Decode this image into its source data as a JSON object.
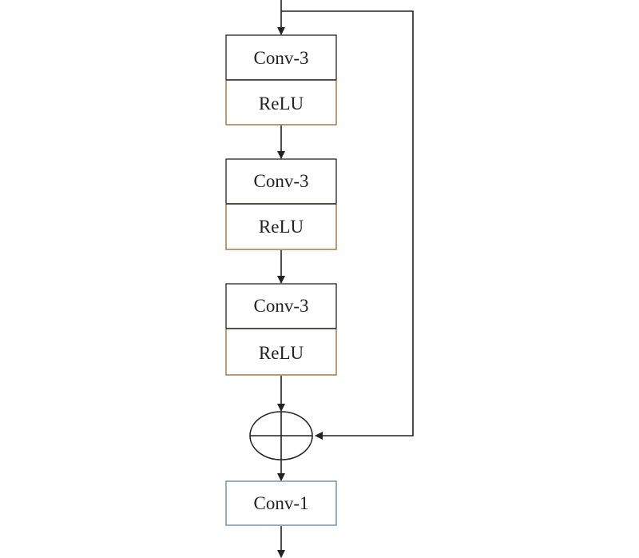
{
  "diagram": {
    "blocks": [
      {
        "conv_label": "Conv-3",
        "activation_label": "ReLU"
      },
      {
        "conv_label": "Conv-3",
        "activation_label": "ReLU"
      },
      {
        "conv_label": "Conv-3",
        "activation_label": "ReLU"
      }
    ],
    "sum_node": "⊕",
    "output_block": {
      "label": "Conv-1"
    }
  },
  "colors": {
    "line": "#222222",
    "conv_border": "#333333",
    "relu_border": "#a0703a",
    "output_border": "#6a8aaa"
  }
}
